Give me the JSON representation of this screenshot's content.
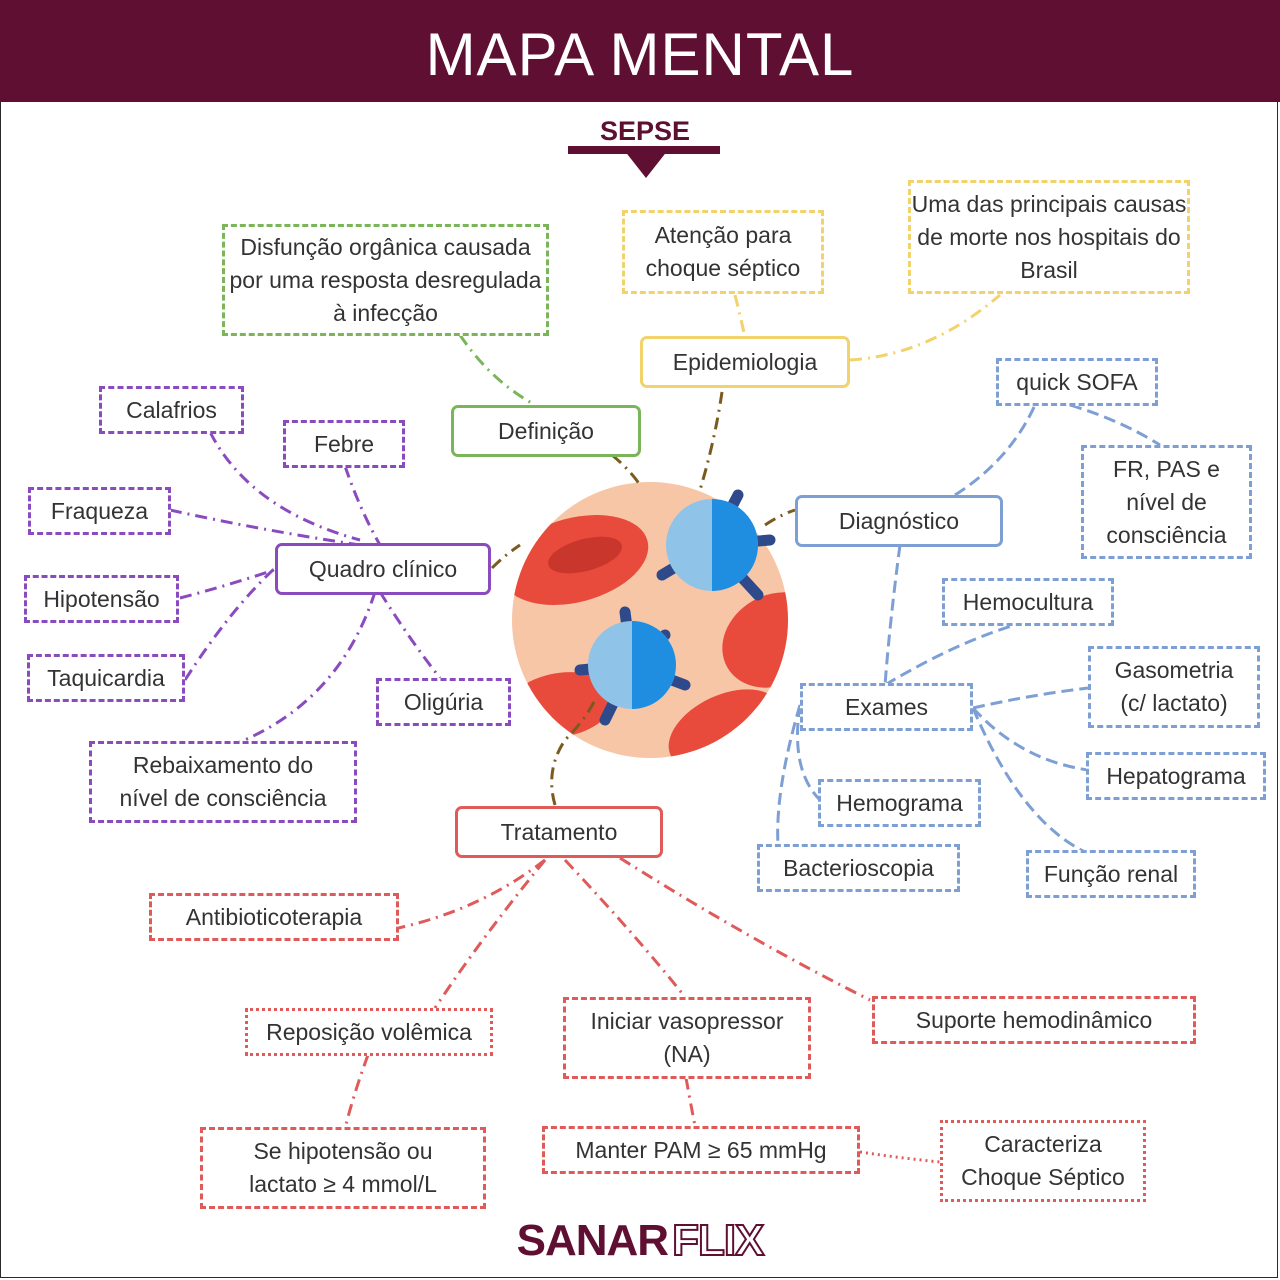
{
  "header": {
    "title": "MAPA MENTAL"
  },
  "subtitle": "SEPSE",
  "colors": {
    "header_bg": "#5e0f32",
    "purple": "#8a4bbf",
    "green": "#7bb55a",
    "yellow": "#f2d26a",
    "blue": "#7e9fd4",
    "red": "#e05a5a",
    "connector_brown": "#7a5a1e"
  },
  "center_icon": "blood-cells-bacteria-icon",
  "definicao": {
    "label": "Definição",
    "text": "Disfunção orgânica causada por uma resposta desregulada à infecção"
  },
  "epidemiologia": {
    "label": "Epidemiologia",
    "notes": [
      "Atenção para choque séptico",
      "Uma das principais causas de morte nos hospitais do Brasil"
    ]
  },
  "quadro_clinico": {
    "label": "Quadro clínico",
    "items": [
      "Calafrios",
      "Febre",
      "Fraqueza",
      "Hipotensão",
      "Taquicardia",
      "Oligúria",
      "Rebaixamento do nível de consciência"
    ]
  },
  "diagnostico": {
    "label": "Diagnóstico",
    "qsofa": "quick SOFA",
    "qsofa_detail": "FR, PAS e nível de consciência",
    "exames": {
      "label": "Exames",
      "items": [
        "Hemocultura",
        "Gasometria (c/ lactato)",
        "Hepatograma",
        "Função renal",
        "Hemograma",
        "Bacterioscopia"
      ]
    }
  },
  "tratamento": {
    "label": "Tratamento",
    "items": [
      "Antibioticoterapia",
      "Reposição volêmica",
      "Iniciar vasopressor (NA)",
      "Suporte hemodinâmico"
    ],
    "reposicao_note": "Se hipotensão ou lactato ≥ 4 mmol/L",
    "vasopressor_note": "Manter PAM ≥ 65 mmHg",
    "choque_note": "Caracteriza Choque Séptico"
  },
  "logo": {
    "part1": "SANAR",
    "part2": "FLIX"
  }
}
